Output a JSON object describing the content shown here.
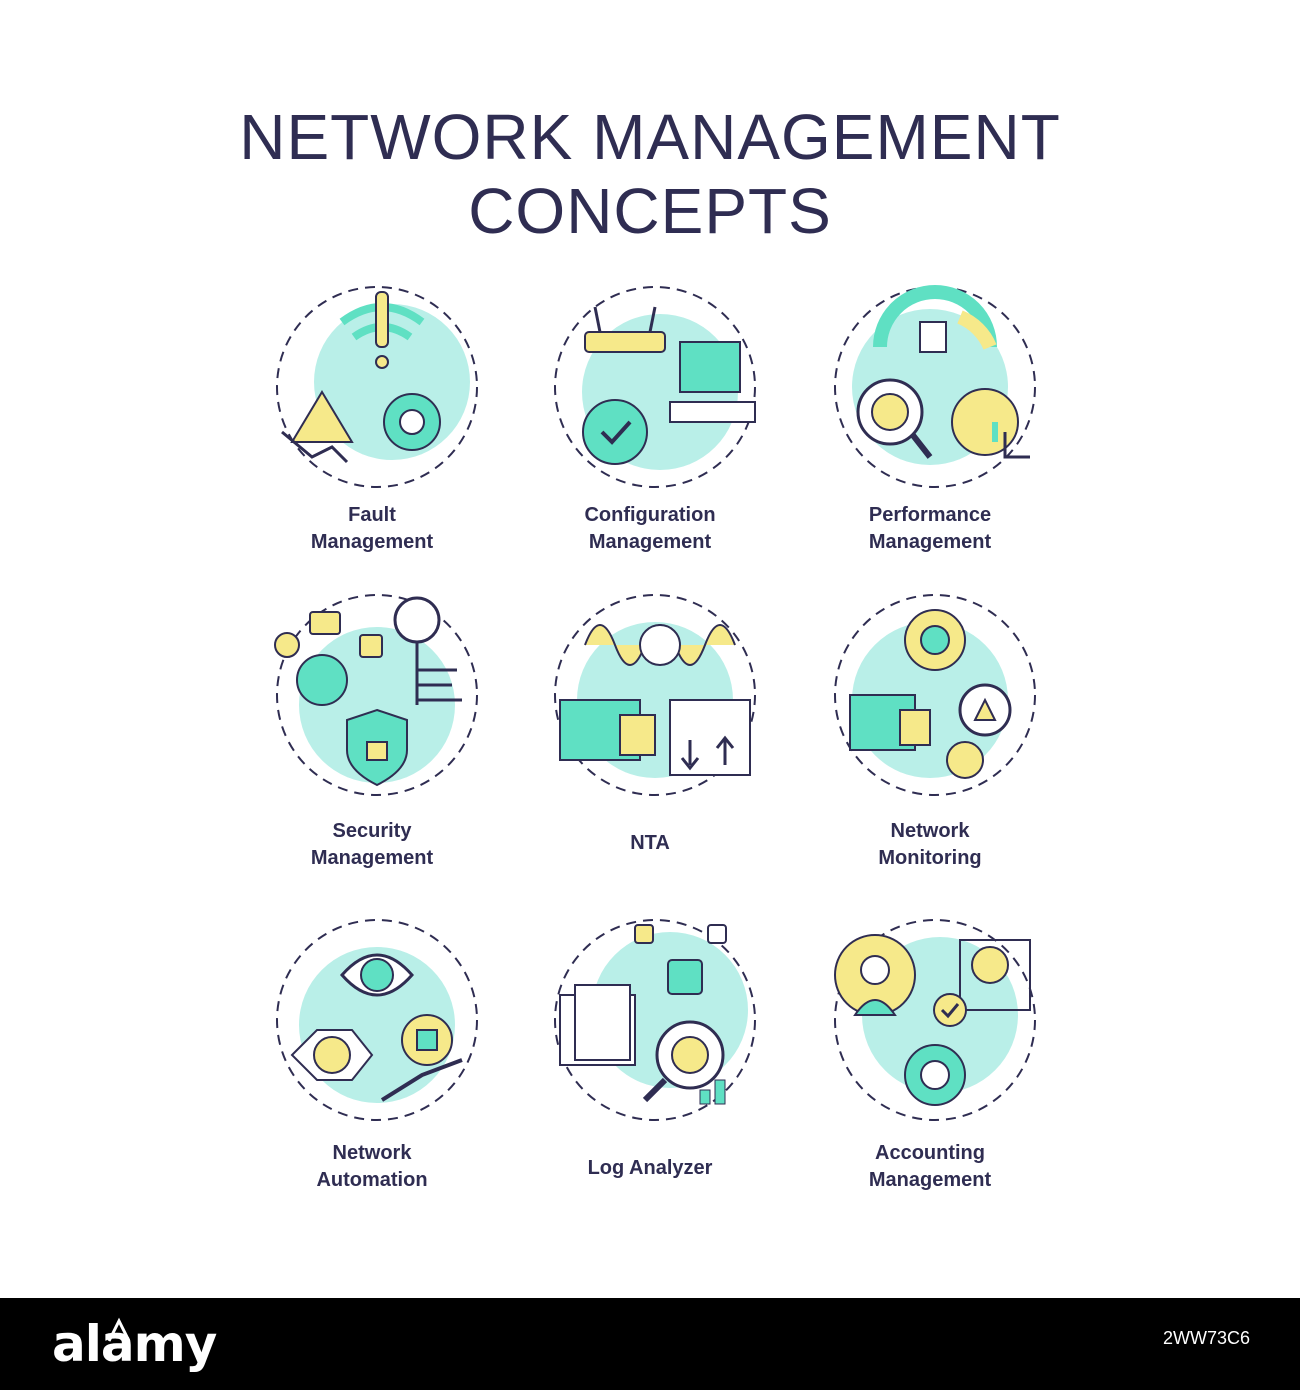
{
  "title": {
    "line1": "NETWORK MANAGEMENT",
    "line2": "CONCEPTS"
  },
  "colors": {
    "ink": "#2f2d52",
    "mint": "#b9efe8",
    "teal": "#5fe0c3",
    "yellow": "#f6e98a",
    "footer": "#000000"
  },
  "concepts": [
    {
      "line1": "Fault",
      "line2": "Management",
      "icon": "fault-management-icon"
    },
    {
      "line1": "Configuration",
      "line2": "Management",
      "icon": "configuration-management-icon"
    },
    {
      "line1": "Performance",
      "line2": "Management",
      "icon": "performance-management-icon"
    },
    {
      "line1": "Security",
      "line2": "Management",
      "icon": "security-management-icon"
    },
    {
      "line1": "NTA",
      "line2": "",
      "icon": "nta-icon"
    },
    {
      "line1": "Network",
      "line2": "Monitoring",
      "icon": "network-monitoring-icon"
    },
    {
      "line1": "Network",
      "line2": "Automation",
      "icon": "network-automation-icon"
    },
    {
      "line1": "Log Analyzer",
      "line2": "",
      "icon": "log-analyzer-icon"
    },
    {
      "line1": "Accounting",
      "line2": "Management",
      "icon": "accounting-management-icon"
    }
  ],
  "footer": {
    "brand": "alamy",
    "image_id": "2WW73C6"
  }
}
